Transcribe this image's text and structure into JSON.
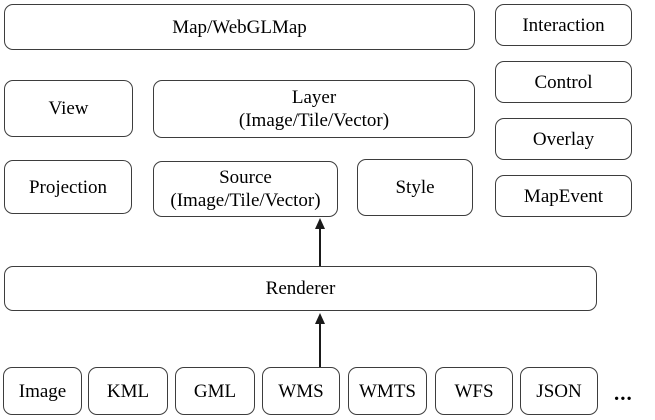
{
  "diagram": {
    "boxes": {
      "map": {
        "label": "Map/WebGLMap"
      },
      "view": {
        "label": "View"
      },
      "layer": {
        "label": "Layer",
        "sublabel": "(Image/Tile/Vector)"
      },
      "projection": {
        "label": "Projection"
      },
      "source": {
        "label": "Source",
        "sublabel": "(Image/Tile/Vector)"
      },
      "style": {
        "label": "Style"
      },
      "renderer": {
        "label": "Renderer"
      },
      "interaction": {
        "label": "Interaction"
      },
      "control": {
        "label": "Control"
      },
      "overlay": {
        "label": "Overlay"
      },
      "mapevent": {
        "label": "MapEvent"
      }
    },
    "formats": [
      "Image",
      "KML",
      "GML",
      "WMS",
      "WMTS",
      "WFS",
      "JSON"
    ],
    "ellipsis": "...",
    "colors": {
      "border": "#3d3d3d",
      "text": "#000000",
      "background": "#ffffff",
      "arrow": "#1a1a1a"
    }
  }
}
